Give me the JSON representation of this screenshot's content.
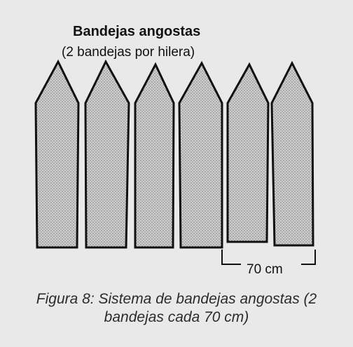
{
  "diagram": {
    "title": "Bandejas angostas",
    "subtitle": "(2 bandejas por hilera)",
    "dimension_label": "70 cm",
    "bed_count": 6,
    "colors": {
      "background": "#e9e9e9",
      "bed_fill": "#cfcfcf",
      "bed_dots": "#7a7a7a",
      "outline": "#111111"
    }
  },
  "caption": {
    "line1": "Figura 8: Sistema de bandejas angostas (2",
    "line2": "bandejas cada 70 cm)"
  }
}
